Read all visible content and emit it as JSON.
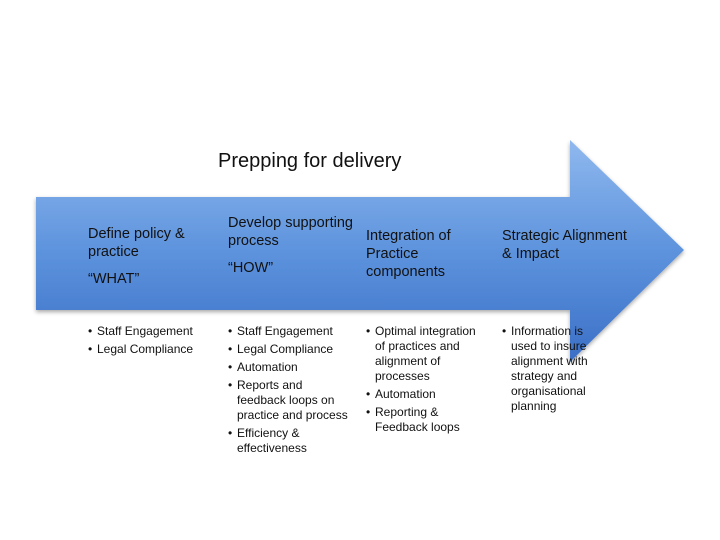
{
  "title": "Prepping for delivery",
  "colors": {
    "arrow_top": "#8fb8ee",
    "arrow_mid": "#5d93dd",
    "arrow_bottom": "#3b6fc6"
  },
  "stages": [
    {
      "heading": "Define policy  & practice",
      "sub": "“WHAT”",
      "bullets": [
        "Staff Engagement",
        "Legal Compliance"
      ]
    },
    {
      "heading": "Develop supporting process",
      "sub": "“HOW”",
      "bullets": [
        "Staff Engagement",
        "Legal Compliance",
        "Automation",
        "Reports and feedback loops on practice and process",
        "Efficiency & effectiveness"
      ]
    },
    {
      "heading": "Integration of Practice components",
      "bullets": [
        "Optimal integration of practices and alignment of processes",
        "Automation",
        "Reporting & Feedback loops"
      ]
    },
    {
      "heading": "Strategic Alignment & Impact",
      "bullets": [
        "Information is used to insure alignment with strategy and organisational planning"
      ]
    }
  ]
}
